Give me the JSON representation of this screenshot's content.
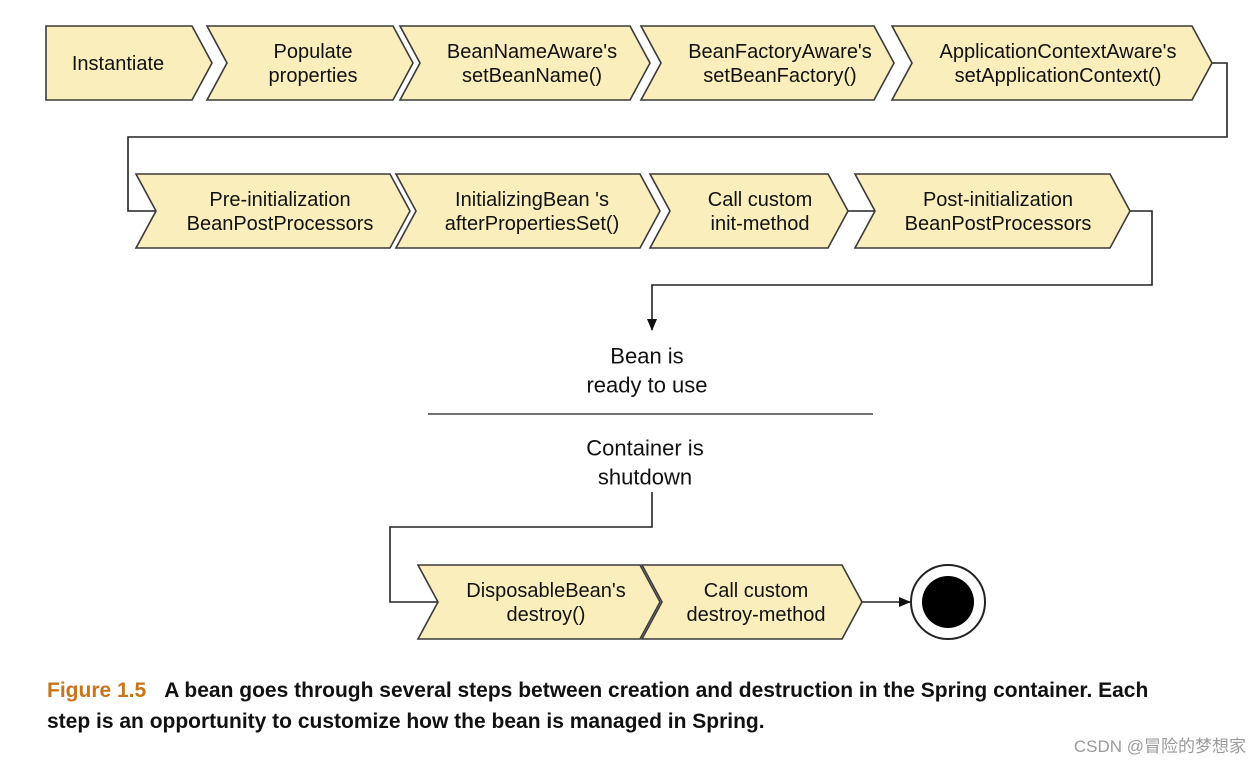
{
  "steps": {
    "instantiate": {
      "lines": [
        "Instantiate"
      ]
    },
    "populate_properties": {
      "lines": [
        "Populate",
        "properties"
      ]
    },
    "bean_name_aware": {
      "lines": [
        "BeanNameAware's",
        "setBeanName()"
      ]
    },
    "bean_factory_aware": {
      "lines": [
        "BeanFactoryAware's",
        "setBeanFactory()"
      ]
    },
    "application_context_aware": {
      "lines": [
        "ApplicationContextAware's",
        "setApplicationContext()"
      ]
    },
    "pre_initialization": {
      "lines": [
        "Pre-initialization",
        "BeanPostProcessors"
      ]
    },
    "initializing_bean": {
      "lines": [
        "InitializingBean 's",
        "afterPropertiesSet()"
      ]
    },
    "custom_init": {
      "lines": [
        "Call custom",
        "init-method"
      ]
    },
    "post_initialization": {
      "lines": [
        "Post-initialization",
        "BeanPostProcessors"
      ]
    },
    "disposable_bean": {
      "lines": [
        "DisposableBean's",
        "destroy()"
      ]
    },
    "custom_destroy": {
      "lines": [
        "Call custom",
        "destroy-method"
      ]
    }
  },
  "states": {
    "ready": {
      "lines": [
        "Bean is",
        "ready to use"
      ]
    },
    "shutdown": {
      "lines": [
        "Container is",
        "shutdown"
      ]
    }
  },
  "caption": {
    "label": "Figure 1.5",
    "text": "A bean goes through several steps between creation and destruction in the Spring container. Each step is an opportunity to customize how the bean is managed in Spring."
  },
  "watermark": "CSDN @冒险的梦想家",
  "colors": {
    "step_fill": "#fbeebd",
    "caption_label": "#c8741a"
  }
}
